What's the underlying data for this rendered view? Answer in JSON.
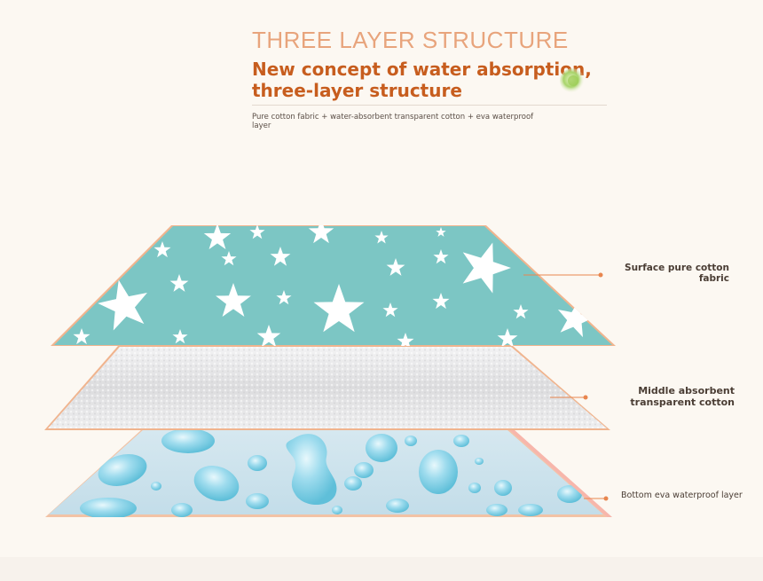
{
  "header": {
    "title": "THREE LAYER STRUCTURE",
    "headline_line1": "New concept of water absorption,",
    "headline_line2": "three-layer structure",
    "description": "Pure cotton fabric + water-absorbent transparent cotton + eva waterproof layer"
  },
  "layers": {
    "top": {
      "label_line1": "Surface pure cotton",
      "label_line2": "fabric",
      "icon": "star-pattern"
    },
    "middle": {
      "label_line1": "Middle absorbent",
      "label_line2": "transparent cotton",
      "icon": "cotton-texture"
    },
    "bottom": {
      "label": "Bottom eva waterproof layer",
      "icon": "water-droplets"
    }
  },
  "colors": {
    "title": "#e8a47c",
    "headline": "#c75d1e",
    "fabric": "#7cc6c4",
    "cotton": "#e9e9ea",
    "eva": "#cfe4ef",
    "drop": "#8fd3e6",
    "edge": "#f0b48e",
    "leader": "#e8864f"
  }
}
